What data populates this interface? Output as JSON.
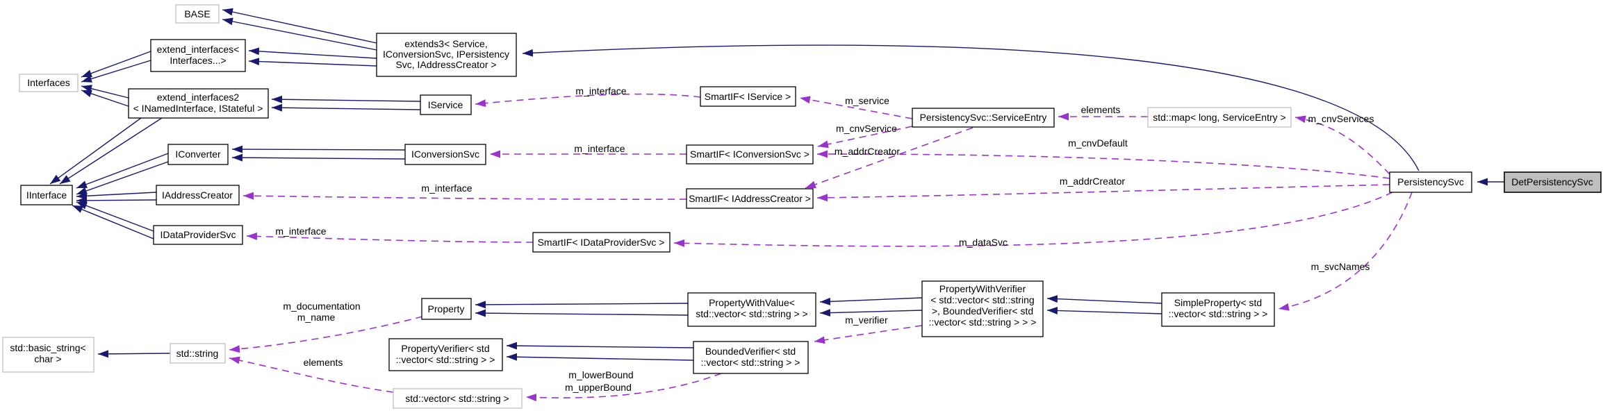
{
  "diagram": {
    "type": "doxygen-collaboration-graph",
    "current_class": "DetPersistencySvc",
    "colors": {
      "inheritance_edge": "#191970",
      "usage_edge": "#9a32cd",
      "node_border": "#000000",
      "external_node_border": "#c0c0c0",
      "node_fill": "#ffffff",
      "current_node_fill": "#bfbfbf",
      "background": "#ffffff",
      "text": "#000000"
    }
  },
  "nodes": {
    "base": {
      "lines": [
        "BASE"
      ]
    },
    "extend_interfaces": {
      "lines": [
        "extend_interfaces<",
        "Interfaces...>"
      ]
    },
    "interfaces": {
      "lines": [
        "Interfaces"
      ]
    },
    "extend_interfaces2": {
      "lines": [
        "extend_interfaces2",
        "< INamedInterface, IStateful >"
      ]
    },
    "extends3": {
      "lines": [
        "extends3< Service,",
        "IConversionSvc, IPersistency",
        "Svc, IAddressCreator >"
      ]
    },
    "iservice": {
      "lines": [
        "IService"
      ]
    },
    "smartif_iservice": {
      "lines": [
        "SmartIF< IService >"
      ]
    },
    "serviceentry": {
      "lines": [
        "PersistencySvc::ServiceEntry"
      ]
    },
    "stdmap": {
      "lines": [
        "std::map< long, ServiceEntry >"
      ]
    },
    "iconverter": {
      "lines": [
        "IConverter"
      ]
    },
    "iconversionsvc": {
      "lines": [
        "IConversionSvc"
      ]
    },
    "smartif_iconversionsvc": {
      "lines": [
        "SmartIF< IConversionSvc >"
      ]
    },
    "iinterface": {
      "lines": [
        "IInterface"
      ]
    },
    "iaddresscreator": {
      "lines": [
        "IAddressCreator"
      ]
    },
    "smartif_iaddresscreator": {
      "lines": [
        "SmartIF< IAddressCreator >"
      ]
    },
    "idataprovidersvc": {
      "lines": [
        "IDataProviderSvc"
      ]
    },
    "smartif_idataprovidersvc": {
      "lines": [
        "SmartIF< IDataProviderSvc >"
      ]
    },
    "persistencysvc": {
      "lines": [
        "PersistencySvc"
      ]
    },
    "detpersistencysvc": {
      "lines": [
        "DetPersistencySvc"
      ]
    },
    "property": {
      "lines": [
        "Property"
      ]
    },
    "propertywithvalue": {
      "lines": [
        "PropertyWithValue<",
        "std::vector< std::string > >"
      ]
    },
    "propertywithverifier": {
      "lines": [
        "PropertyWithVerifier",
        "< std::vector< std::string",
        ">, BoundedVerifier< std",
        "::vector< std::string > > >"
      ]
    },
    "simpleproperty": {
      "lines": [
        "SimpleProperty< std",
        "::vector< std::string > >"
      ]
    },
    "stdbasicstring": {
      "lines": [
        "std::basic_string<",
        "char >"
      ]
    },
    "stdstring": {
      "lines": [
        "std::string"
      ]
    },
    "propertyverifier": {
      "lines": [
        "PropertyVerifier< std",
        "::vector< std::string > >"
      ]
    },
    "boundedverifier": {
      "lines": [
        "BoundedVerifier< std",
        "::vector< std::string > >"
      ]
    },
    "stdvector": {
      "lines": [
        "std::vector< std::string >"
      ]
    }
  },
  "edge_labels": {
    "m_interface_iservice": "m_interface",
    "m_service": "m_service",
    "m_cnvService": "m_cnvService",
    "m_addrCreator_serviceentry": "m_addrCreator",
    "elements_map": "elements",
    "m_cnvServices": "m_cnvServices",
    "m_cnvDefault": "m_cnvDefault",
    "m_interface_iconversionsvc": "m_interface",
    "m_addrCreator_persistencysvc": "m_addrCreator",
    "m_interface_iaddresscreator": "m_interface",
    "m_interface_idataprovidersvc": "m_interface",
    "m_dataSvc": "m_dataSvc",
    "m_svcNames": "m_svcNames",
    "m_documentation": "m_documentation",
    "m_name": "m_name",
    "m_verifier": "m_verifier",
    "m_lowerBound": "m_lowerBound",
    "m_upperBound": "m_upperBound",
    "elements_vector": "elements"
  }
}
